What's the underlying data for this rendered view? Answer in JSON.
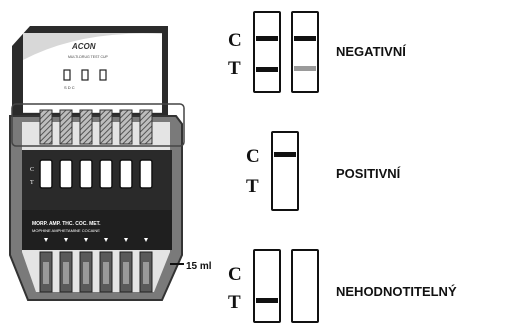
{
  "device": {
    "brand": "ACON",
    "line1": "MULTI-DRUG TEST CUP",
    "marks": "S  D  C",
    "bottom_labels_1": "MORP. AMP. THC. COC. MET.",
    "bottom_labels_2": "MOPHINE AMPHETAMINE COCAINE",
    "volume": "15 ml",
    "side_c": "C",
    "side_t": "T"
  },
  "results": [
    {
      "title": "NEGATIVNÍ",
      "c": "C",
      "t": "T"
    },
    {
      "title": "POSITIVNÍ",
      "c": "C",
      "t": "T"
    },
    {
      "title": "NEHODNOTITELNÝ",
      "c": "C",
      "t": "T"
    }
  ],
  "colors": {
    "ink": "#111111",
    "body_dark": "#2a2a2a",
    "body_gray": "#8a8a8a",
    "paper": "#ffffff"
  }
}
